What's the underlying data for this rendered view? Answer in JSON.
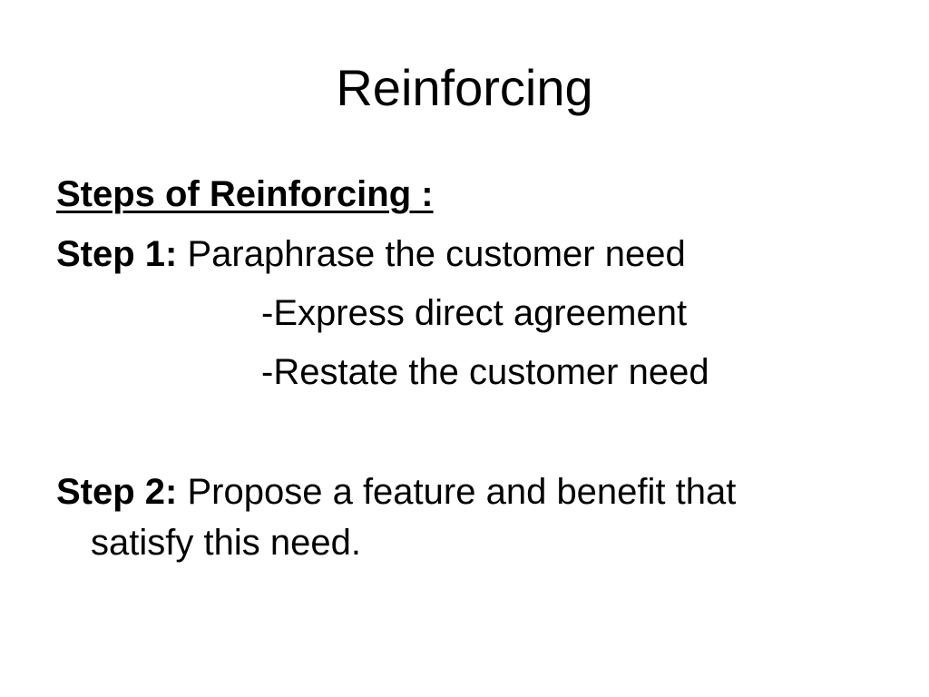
{
  "slide": {
    "title": "Reinforcing",
    "heading": "Steps of Reinforcing :",
    "step1": {
      "label": "Step 1:",
      "text": "Paraphrase the customer need",
      "subitems": [
        "-Express direct agreement",
        "-Restate the customer need"
      ]
    },
    "step2": {
      "label": "Step 2:",
      "text": "Propose a feature and benefit that",
      "continuation": "satisfy this need."
    }
  }
}
